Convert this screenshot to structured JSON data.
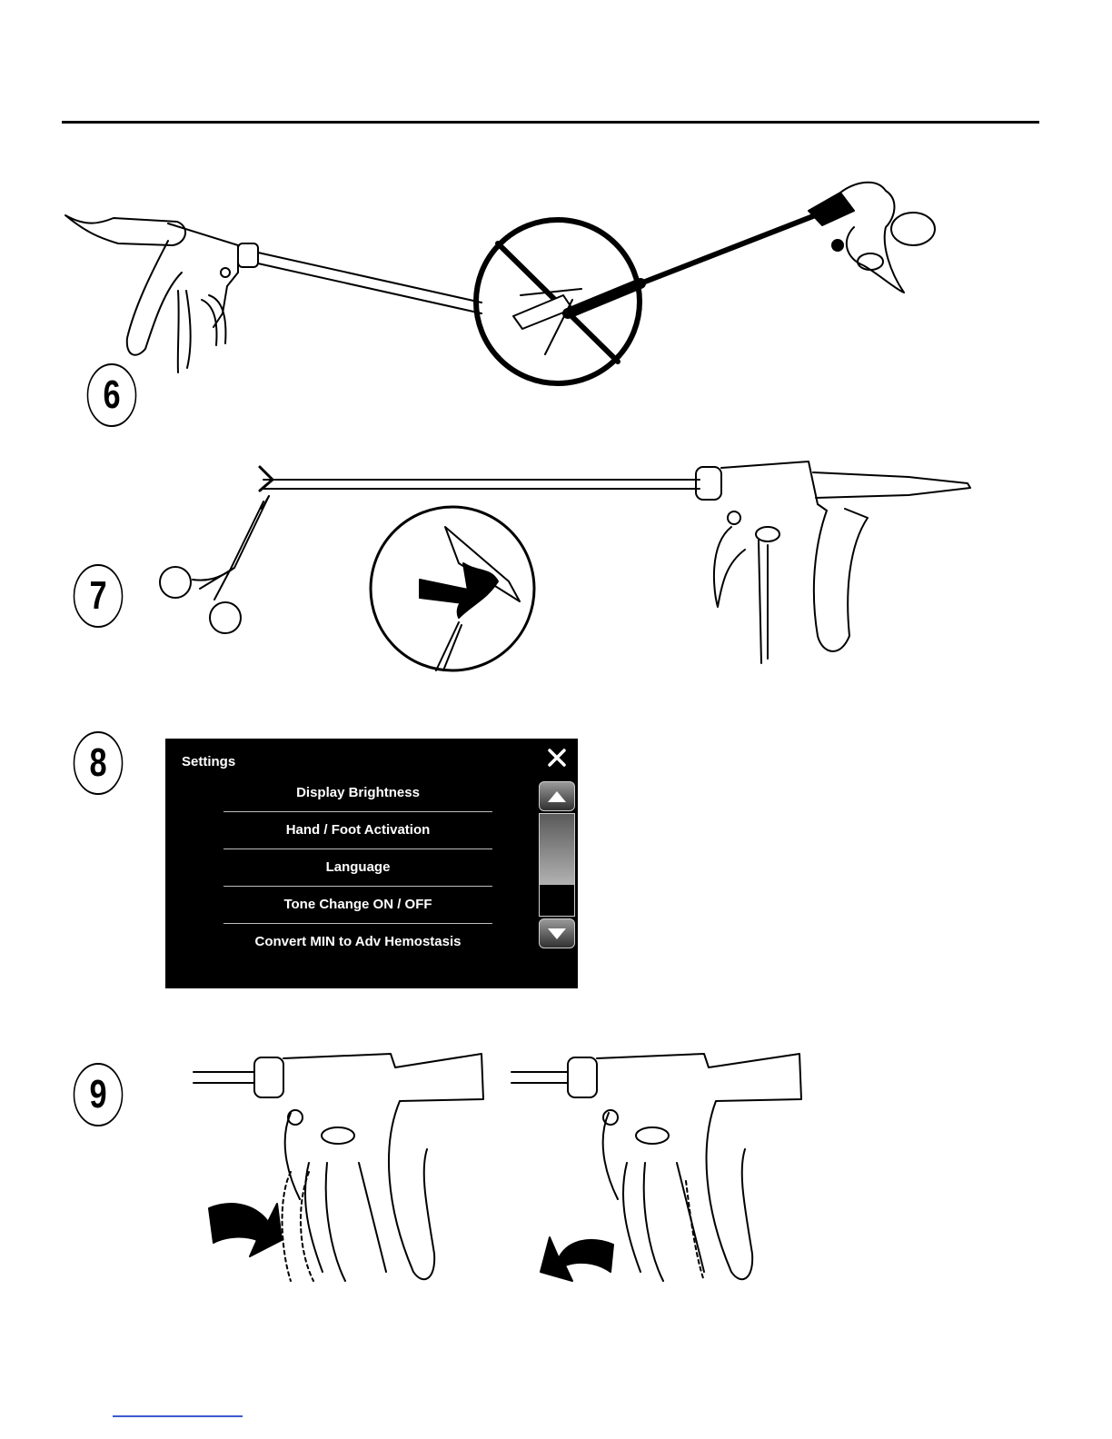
{
  "steps": [
    {
      "number": "6"
    },
    {
      "number": "7"
    },
    {
      "number": "8"
    },
    {
      "number": "9"
    }
  ],
  "settings_screen": {
    "title": "Settings",
    "close_icon": "close-icon",
    "menu_items": [
      "Display Brightness",
      "Hand / Foot Activation",
      "Language",
      "Tone Change ON / OFF",
      "Convert MIN to Adv Hemostasis"
    ],
    "scroll_up_icon": "triangle-up-icon",
    "scroll_down_icon": "triangle-down-icon",
    "scroll_position": 0.7,
    "colors": {
      "background": "#000000",
      "text": "#ffffff",
      "divider": "#bdbdbd"
    }
  }
}
